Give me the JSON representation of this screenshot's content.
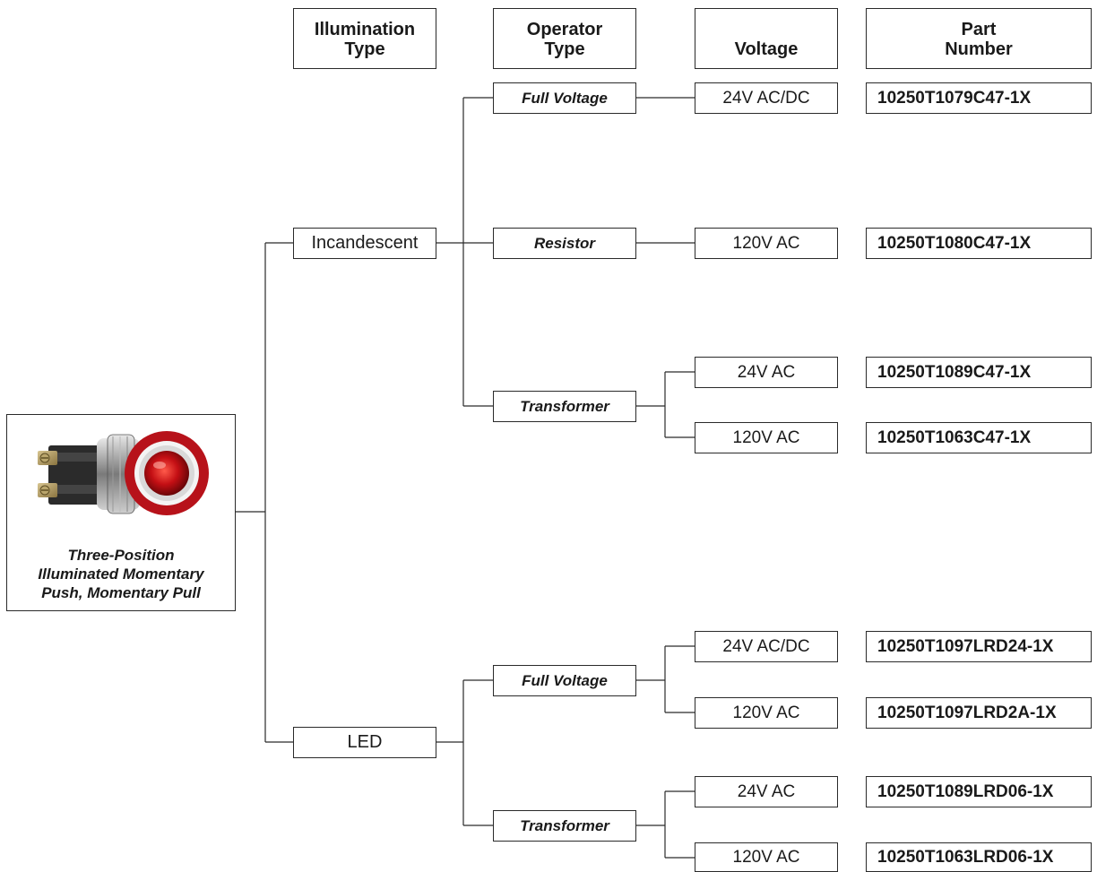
{
  "headers": {
    "illumination": [
      "Illumination",
      "Type"
    ],
    "operator": [
      "Operator",
      "Type"
    ],
    "voltage": "Voltage",
    "part": [
      "Part",
      "Number"
    ]
  },
  "product": {
    "caption": [
      "Three-Position",
      "Illuminated Momentary",
      "Push, Momentary Pull"
    ],
    "icon": "illuminated-pushbutton-photo"
  },
  "illumination": {
    "incandescent": "Incandescent",
    "led": "LED"
  },
  "operators": {
    "inc_full_voltage": "Full Voltage",
    "inc_resistor": "Resistor",
    "inc_transformer": "Transformer",
    "led_full_voltage": "Full Voltage",
    "led_transformer": "Transformer"
  },
  "voltages": [
    "24V AC/DC",
    "120V AC",
    "24V AC",
    "120V AC",
    "24V AC/DC",
    "120V AC",
    "24V AC",
    "120V AC"
  ],
  "parts": [
    "10250T1079C47-1X",
    "10250T1080C47-1X",
    "10250T1089C47-1X",
    "10250T1063C47-1X",
    "10250T1097LRD24-1X",
    "10250T1097LRD2A-1X",
    "10250T1089LRD06-1X",
    "10250T1063LRD06-1X"
  ]
}
